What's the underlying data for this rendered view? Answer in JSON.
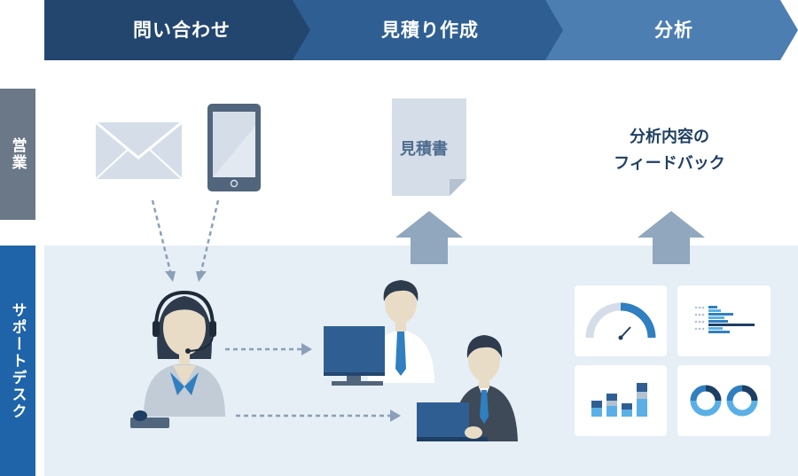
{
  "steps": [
    {
      "label": "問い合わせ"
    },
    {
      "label": "見積り作成"
    },
    {
      "label": "分析"
    }
  ],
  "lanes": {
    "sales": "営業",
    "support": "サポートデスク"
  },
  "document_label": "見積書",
  "feedback_label": {
    "line1": "分析内容の",
    "line2": "フィードバック"
  },
  "colors": {
    "step1": "#23466f",
    "step2": "#2f5f92",
    "step3": "#4d7eb2",
    "sales_lane": "#6b7888",
    "support_lane": "#1f64a8",
    "support_bg": "#e6eef6",
    "arrow": "#90a7be"
  }
}
